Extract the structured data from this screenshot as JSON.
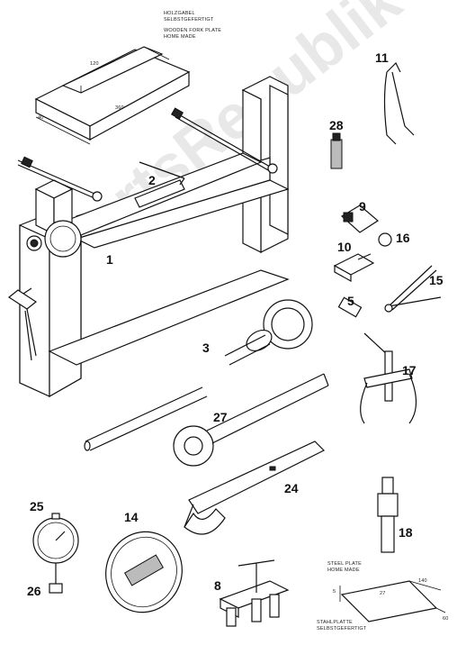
{
  "notes": {
    "wood_plate": [
      "HOLZGABEL",
      "SELBSTGEFERTIGT",
      "WOODEN FORK PLATE",
      "HOME MADE"
    ],
    "steel_plate_en": [
      "STEEL PLATE",
      "HOME MADE"
    ],
    "steel_plate_de": [
      "STAHLPLATTE",
      "SELBSTGEFERTIGT"
    ]
  },
  "dimensions": {
    "wood_top": "120",
    "wood_length": "360",
    "wood_side": "40",
    "steel_len": "140",
    "steel_small": "27",
    "steel_w": "60",
    "steel_h": "5"
  },
  "parts": {
    "p1": "1",
    "p2": "2",
    "p3": "3",
    "p5": "5",
    "p8": "8",
    "p9": "9",
    "p10": "10",
    "p11": "11",
    "p14": "14",
    "p15": "15",
    "p16": "16",
    "p17": "17",
    "p18": "18",
    "p24": "24",
    "p25": "25",
    "p26": "26",
    "p27": "27",
    "p28": "28"
  },
  "watermark": "PartsRepublik"
}
